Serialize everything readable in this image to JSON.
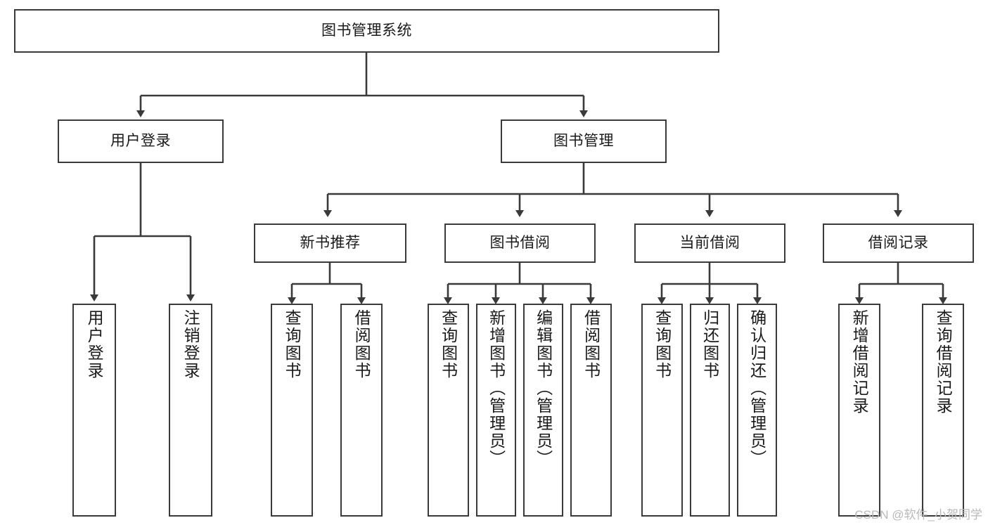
{
  "diagram": {
    "type": "tree-hierarchy-diagram",
    "title": "图书管理系统",
    "watermark": "CSDN @软件_小贺同学",
    "colors": {
      "background": "#ffffff",
      "border": "#3a3a3a",
      "text": "#1a1a1a",
      "watermark": "#b9b9b9"
    },
    "nodes": {
      "root": {
        "label": "图书管理系统"
      },
      "level2": [
        {
          "label": "用户登录"
        },
        {
          "label": "图书管理"
        }
      ],
      "level3": [
        {
          "label": "新书推荐"
        },
        {
          "label": "图书借阅"
        },
        {
          "label": "当前借阅"
        },
        {
          "label": "借阅记录"
        }
      ],
      "leaves": [
        {
          "label": "用户登录",
          "parent": "用户登录"
        },
        {
          "label": "注销登录",
          "parent": "用户登录"
        },
        {
          "label": "查询图书",
          "parent": "新书推荐"
        },
        {
          "label": "借阅图书",
          "parent": "新书推荐"
        },
        {
          "label": "查询图书",
          "parent": "图书借阅"
        },
        {
          "label": "新增图书（管理员）",
          "parent": "图书借阅"
        },
        {
          "label": "编辑图书（管理员）",
          "parent": "图书借阅"
        },
        {
          "label": "借阅图书",
          "parent": "图书借阅"
        },
        {
          "label": "查询图书",
          "parent": "当前借阅"
        },
        {
          "label": "归还图书",
          "parent": "当前借阅"
        },
        {
          "label": "确认归还（管理员）",
          "parent": "当前借阅"
        },
        {
          "label": "新增借阅记录",
          "parent": "借阅记录"
        },
        {
          "label": "查询借阅记录",
          "parent": "借阅记录"
        }
      ]
    }
  }
}
